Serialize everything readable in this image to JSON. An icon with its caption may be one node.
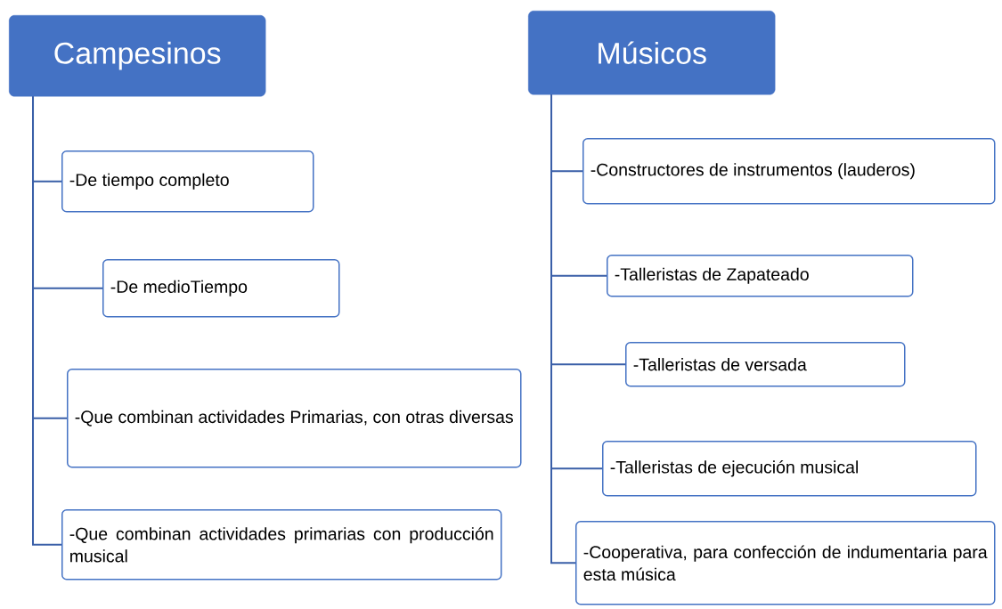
{
  "diagram": {
    "nodes": [
      {
        "text": [
          "Campesinos"
        ]
      },
      {
        "text": [
          "-De tiempo completo"
        ]
      },
      {
        "text": [
          "-De medioTiempo"
        ]
      },
      {
        "text": [
          "-Que combinan actividades Primarias, con otras diversas"
        ]
      },
      {
        "text": [
          "-Que combinan actividades primarias con producción musical"
        ]
      },
      {
        "text": [
          "Músicos"
        ]
      },
      {
        "text": [
          "-Constructores de instrumentos (lauderos)"
        ]
      },
      {
        "text": [
          "-Talleristas de Zapateado"
        ]
      },
      {
        "text": [
          "-Talleristas de versada"
        ]
      },
      {
        "text": [
          "-Talleristas de ejecución musical"
        ]
      },
      {
        "text": [
          "-Cooperativa, para confección de indumentaria para esta música"
        ]
      }
    ],
    "edges": [
      {
        "from": 0,
        "to": 1,
        "arrow": "none"
      },
      {
        "from": 0,
        "to": 2,
        "arrow": "none"
      },
      {
        "from": 0,
        "to": 3,
        "arrow": "none"
      },
      {
        "from": 0,
        "to": 4,
        "arrow": "none"
      },
      {
        "from": 5,
        "to": 6,
        "arrow": "none"
      },
      {
        "from": 5,
        "to": 7,
        "arrow": "none"
      },
      {
        "from": 5,
        "to": 8,
        "arrow": "none"
      },
      {
        "from": 5,
        "to": 9,
        "arrow": "none"
      },
      {
        "from": 5,
        "to": 10,
        "arrow": "none"
      }
    ]
  }
}
